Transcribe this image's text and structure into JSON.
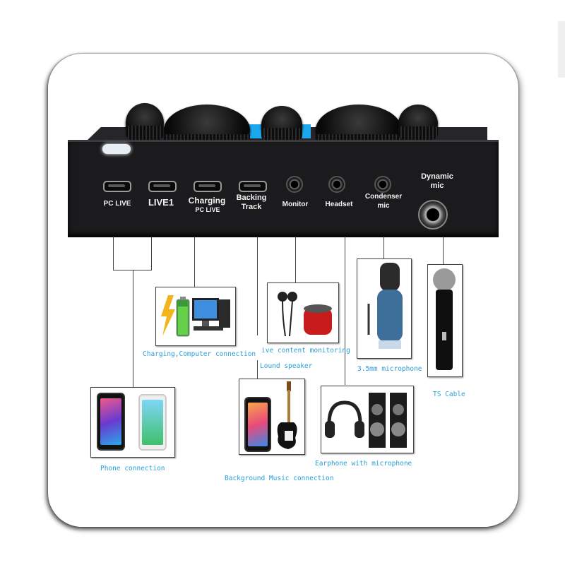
{
  "device": {
    "ports": {
      "pc_live": "PC LIVE",
      "live1": "LIVE1",
      "charging": "Charging",
      "charging_sub": "PC LIVE",
      "backing": "Backing",
      "backing2": "Track",
      "monitor": "Monitor",
      "headset": "Headset",
      "condenser": "Condenser",
      "condenser2": "mic",
      "dynamic": "Dynamic",
      "dynamic2": "mic"
    }
  },
  "captions": {
    "charging": "Charging,Computer connection",
    "live_monitor": "ive content monitoring",
    "speaker": "Lound speaker",
    "mic35": "3.5mm microphone",
    "ts_cable": "TS Cable",
    "phone": "Phone connection",
    "background": "Background Music connection",
    "earphone": "Earphone with microphone"
  },
  "colors": {
    "caption": "#2a9fd8",
    "accent": "#1aa7ec",
    "device": "#1b1b1d"
  },
  "icons": [
    "charging-bolt-icon",
    "battery-icon",
    "computer-icon",
    "earphone-icon",
    "speaker-icon",
    "condenser-microphone-icon",
    "wireless-microphone-icon",
    "smartphone-icon",
    "guitar-icon",
    "headphone-icon",
    "tower-speaker-icon"
  ]
}
